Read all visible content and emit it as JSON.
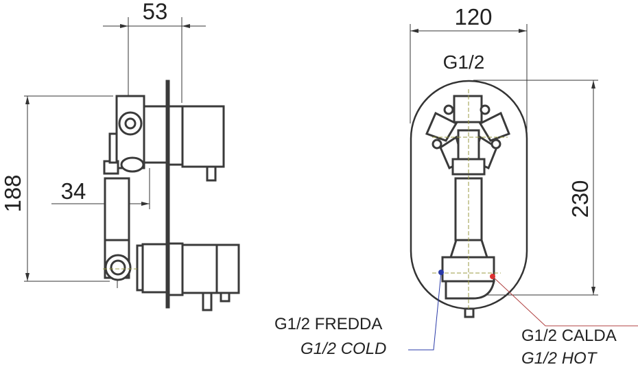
{
  "dimensions": {
    "depth_total": "53",
    "depth_body": "34",
    "height_body": "188",
    "plate_width": "120",
    "plate_height": "230",
    "top_connection": "G1/2"
  },
  "labels": {
    "cold_it": "G1/2 FREDDA",
    "cold_en": "G1/2 COLD",
    "hot_it": "G1/2 CALDA",
    "hot_en": "G1/2 HOT"
  },
  "colors": {
    "cold": "#2a3aa8",
    "hot": "#e03030",
    "line": "#333333"
  }
}
